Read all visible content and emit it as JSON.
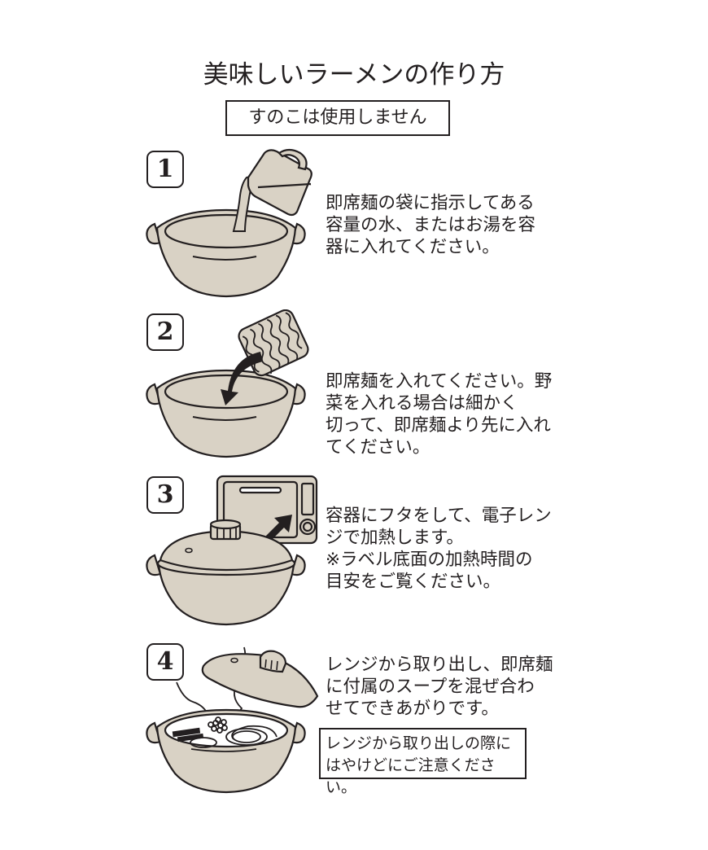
{
  "header": {
    "title": "美味しいラーメンの作り方",
    "notice": "すのこは使用しません"
  },
  "colors": {
    "ink": "#231f20",
    "pot_fill": "#d9d2c5",
    "background": "#ffffff"
  },
  "steps": [
    {
      "number": "1",
      "text": "即席麺の袋に指示してある\n容量の水、またはお湯を容\n器に入れてください。",
      "illustration": "measuring-cup-pouring-water-into-pot"
    },
    {
      "number": "2",
      "text": "即席麺を入れてください。野\n菜を入れる場合は細かく\n切って、即席麺より先に入れ\nてください。",
      "illustration": "noodle-block-into-pot"
    },
    {
      "number": "3",
      "text": "容器にフタをして、電子レン\nジで加熱します。\n※ラベル底面の加熱時間の\n目安をご覧ください。",
      "illustration": "covered-pot-into-microwave"
    },
    {
      "number": "4",
      "text": "レンジから取り出し、即席麺\nに付属のスープを混ぜ合わ\nせてできあがりです。",
      "illustration": "ramen-bowl-lid-removed",
      "warning": "レンジから取り出しの際に\nはやけどにご注意ください。"
    }
  ]
}
